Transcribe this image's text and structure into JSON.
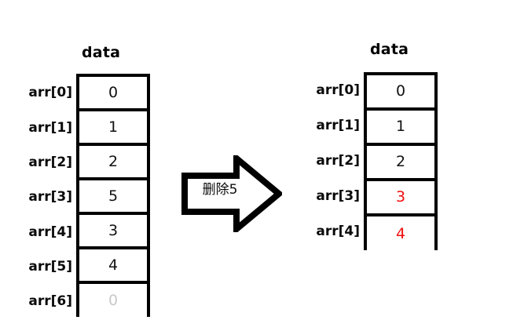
{
  "diagram": {
    "title_left": "data",
    "title_right": "data",
    "operation_label": "删除5",
    "colors": {
      "border": "#000000",
      "text": "#000000",
      "highlight": "#f00d0d",
      "muted": "#c9c9c9",
      "background": "#ffffff"
    }
  },
  "before": {
    "name": "data",
    "index_labels": [
      "arr[0]",
      "arr[1]",
      "arr[2]",
      "arr[3]",
      "arr[4]",
      "arr[5]",
      "arr[6]"
    ],
    "cells": [
      {
        "value": "0",
        "style": "normal"
      },
      {
        "value": "1",
        "style": "normal"
      },
      {
        "value": "2",
        "style": "normal"
      },
      {
        "value": "5",
        "style": "normal"
      },
      {
        "value": "3",
        "style": "normal"
      },
      {
        "value": "4",
        "style": "normal"
      },
      {
        "value": "0",
        "style": "muted"
      }
    ]
  },
  "after": {
    "name": "data",
    "index_labels": [
      "arr[0]",
      "arr[1]",
      "arr[2]",
      "arr[3]",
      "arr[4]"
    ],
    "cells": [
      {
        "value": "0",
        "style": "normal"
      },
      {
        "value": "1",
        "style": "normal"
      },
      {
        "value": "2",
        "style": "normal"
      },
      {
        "value": "3",
        "style": "red"
      },
      {
        "value": "4",
        "style": "red"
      }
    ]
  }
}
